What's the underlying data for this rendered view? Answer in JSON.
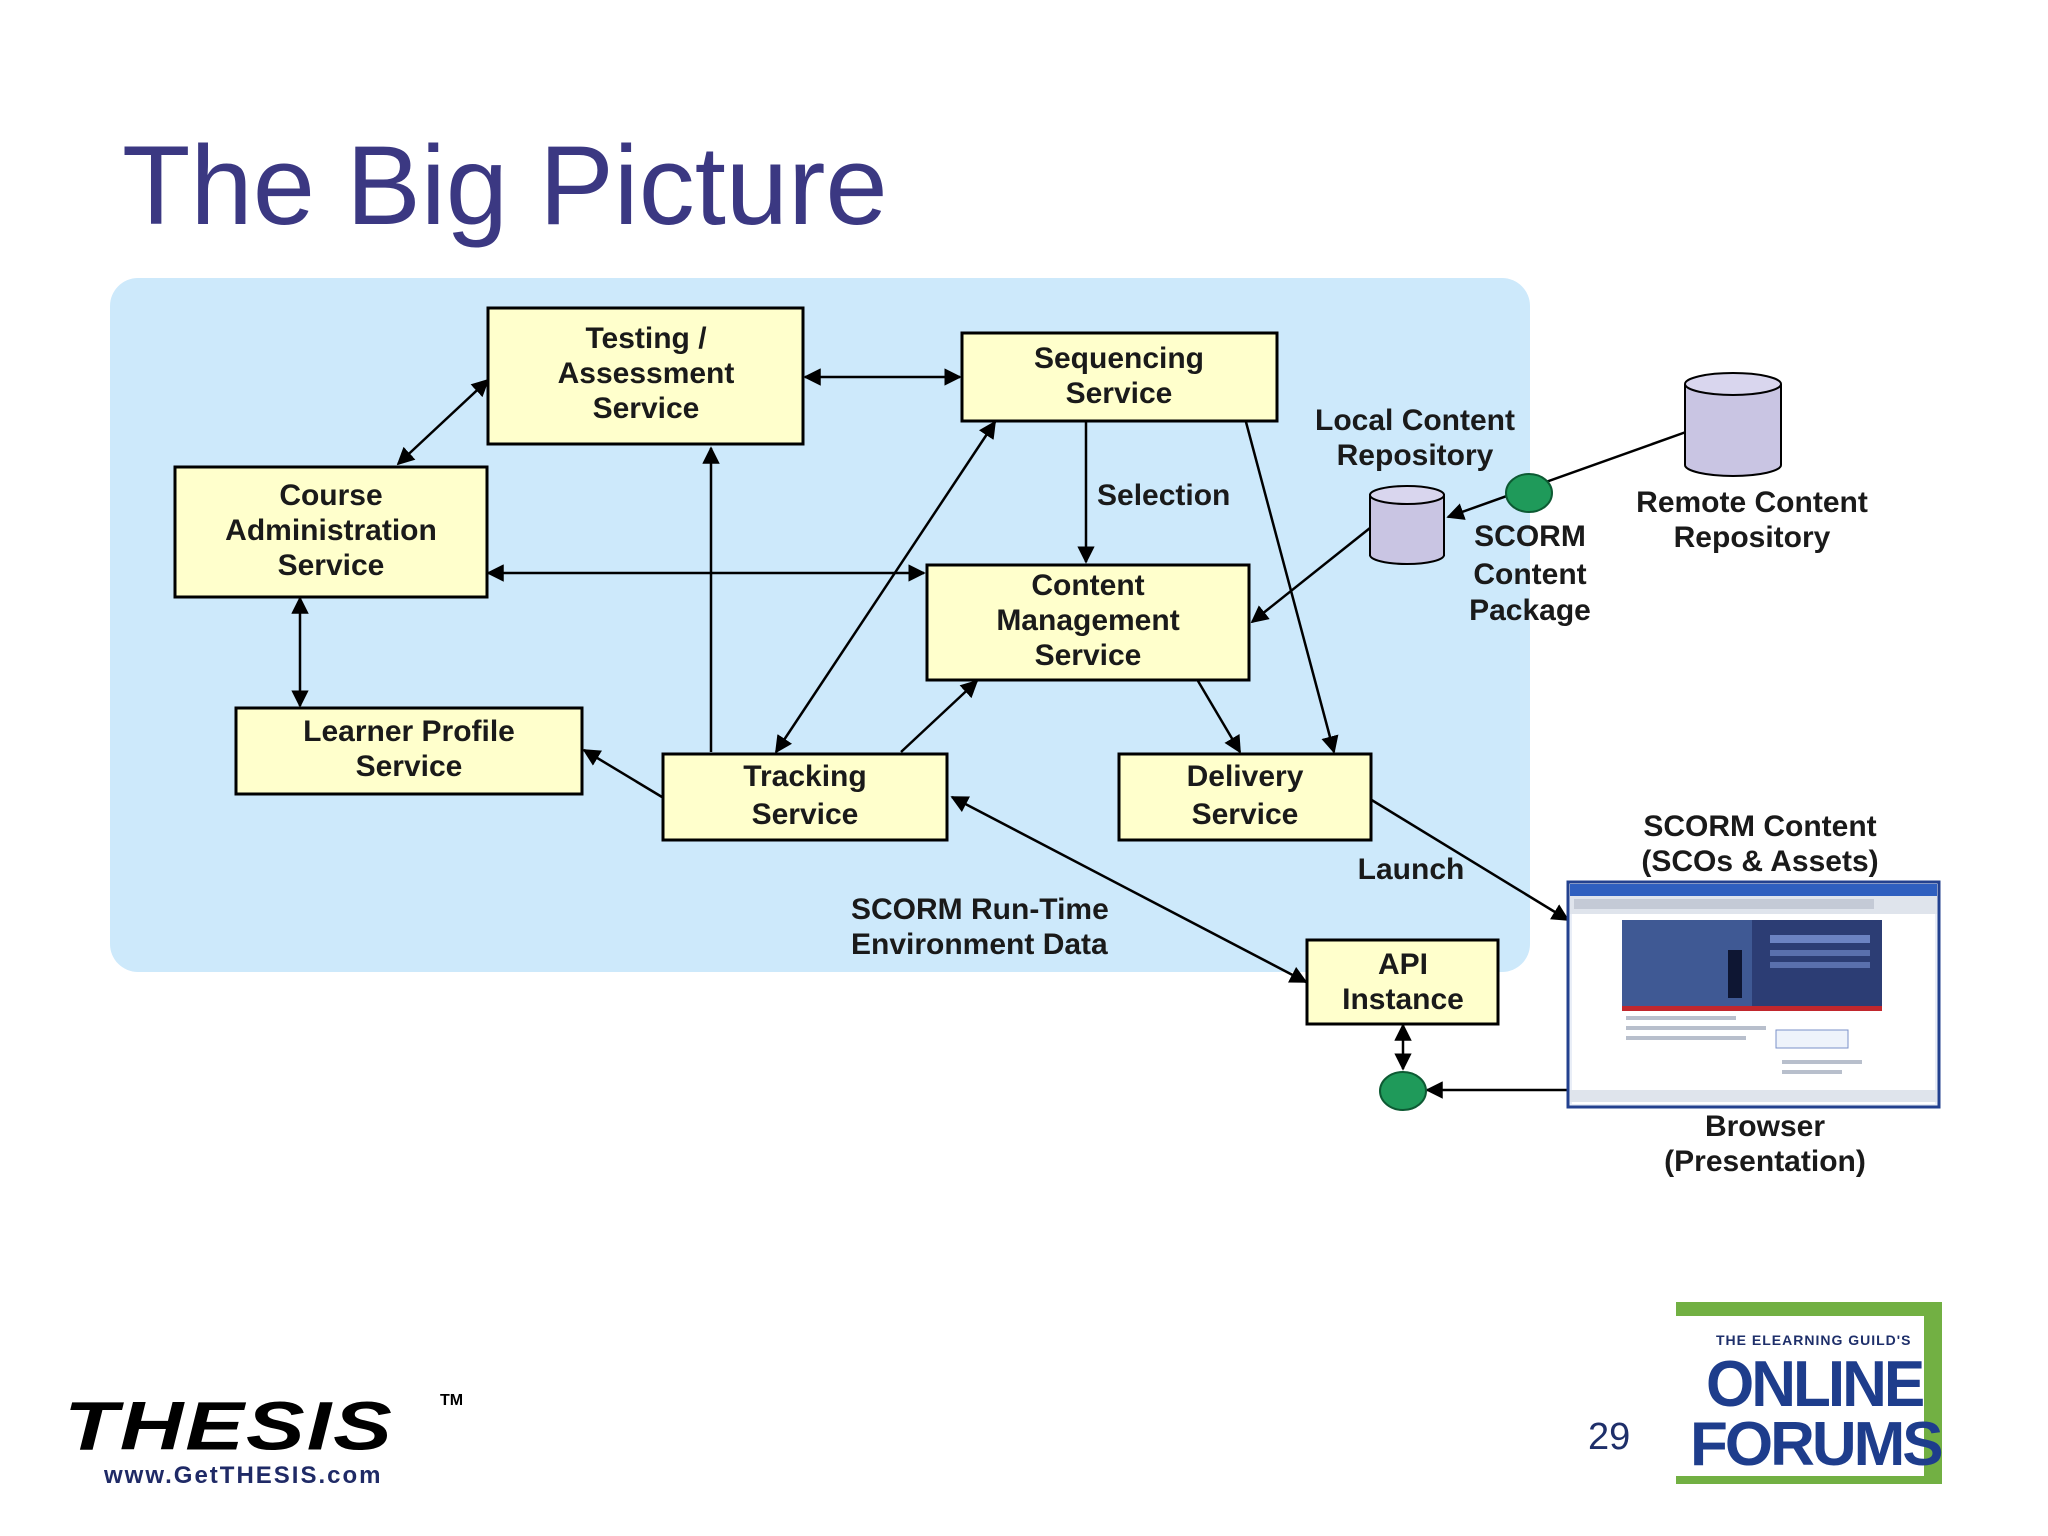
{
  "slide": {
    "title": "The Big Picture",
    "page_number": "29"
  },
  "colors": {
    "title": "#3b3882",
    "panel": "#cde9fb",
    "box_fill": "#ffffcc",
    "repository": "#c9c5e3",
    "connector_dot": "#1f9a5a"
  },
  "nodes": {
    "testing": [
      "Testing /",
      "Assessment",
      "Service"
    ],
    "sequencing": [
      "Sequencing",
      "Service"
    ],
    "course_admin": [
      "Course",
      "Administration",
      "Service"
    ],
    "content_mgmt": [
      "Content",
      "Management",
      "Service"
    ],
    "learner_profile": [
      "Learner Profile",
      "Service"
    ],
    "tracking": [
      "Tracking",
      "Service"
    ],
    "delivery": [
      "Delivery",
      "Service"
    ],
    "api_instance": [
      "API",
      "Instance"
    ]
  },
  "labels": {
    "selection": "Selection",
    "local_repo": [
      "Local Content",
      "Repository"
    ],
    "remote_repo": [
      "Remote Content",
      "Repository"
    ],
    "scorm_package": [
      "SCORM",
      "Content",
      "Package"
    ],
    "scorm_content": [
      "SCORM Content",
      "(SCOs & Assets)"
    ],
    "launch": "Launch",
    "runtime": [
      "SCORM Run-Time",
      "Environment Data"
    ],
    "browser": [
      "Browser",
      "(Presentation)"
    ]
  },
  "logos": {
    "thesis": "THESIS",
    "thesis_tm": "TM",
    "thesis_url": "www.GetTHESIS.com",
    "forums_guild": "THE ELEARNING GUILD'S",
    "forums_online": "ONLINE",
    "forums_forums": "FORUMS"
  }
}
